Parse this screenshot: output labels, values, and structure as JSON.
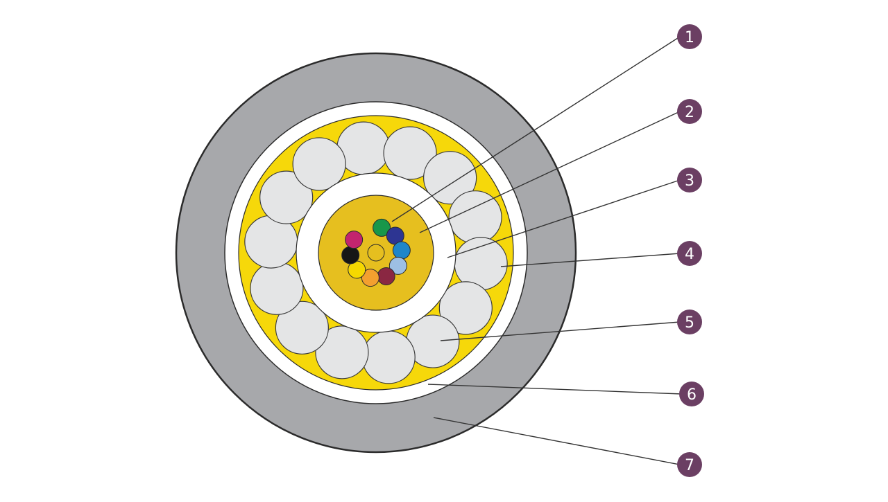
{
  "callouts": [
    {
      "label": "1"
    },
    {
      "label": "2"
    },
    {
      "label": "3"
    },
    {
      "label": "4"
    },
    {
      "label": "5"
    },
    {
      "label": "6"
    },
    {
      "label": "7"
    }
  ],
  "colors": {
    "background": "#ffffff",
    "outer_sheath": "#a7a8ab",
    "outline": "#2b2b2b",
    "separator_ring": "#ffffff",
    "gel_fill": "#f6d80a",
    "strength_member": "#e4e5e6",
    "strength_member_outline": "#3a3a3a",
    "inner_buffer": "#ffffff",
    "core_tube": "#e6bf1f",
    "central_element": "#e6bf1f",
    "callout_badge": "#6b3f63",
    "callout_text": "#ffffff",
    "leader_line": "#333333"
  },
  "fiber_colors": [
    {
      "name": "green",
      "color": "#18974a"
    },
    {
      "name": "blue",
      "color": "#2d3592"
    },
    {
      "name": "light-blue",
      "color": "#1f86c9"
    },
    {
      "name": "sky",
      "color": "#9dbfe3"
    },
    {
      "name": "maroon",
      "color": "#8a2742"
    },
    {
      "name": "orange",
      "color": "#f3a02f"
    },
    {
      "name": "yellow",
      "color": "#f5d800"
    },
    {
      "name": "black",
      "color": "#161616"
    },
    {
      "name": "magenta",
      "color": "#c3246e"
    }
  ]
}
